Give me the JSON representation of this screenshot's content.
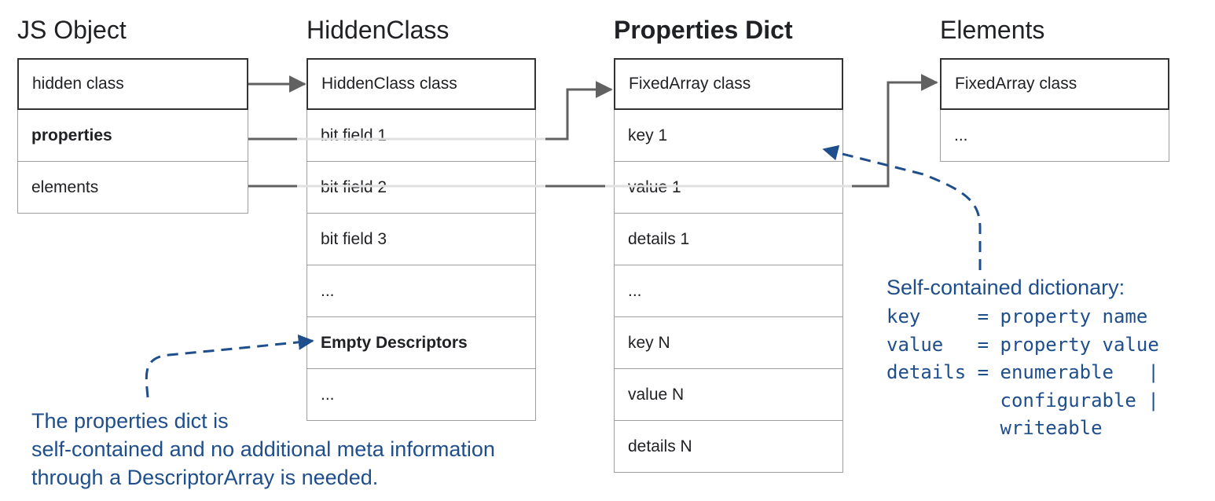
{
  "columns": {
    "js_object": {
      "title": "JS Object",
      "rows": [
        "hidden class",
        "properties",
        "elements"
      ]
    },
    "hidden_class": {
      "title": "HiddenClass",
      "rows": [
        "HiddenClass class",
        "bit field 1",
        "bit field 2",
        "bit field 3",
        "...",
        "Empty Descriptors",
        "..."
      ]
    },
    "properties_dict": {
      "title": "Properties Dict",
      "rows": [
        "FixedArray class",
        "key 1",
        "value 1",
        "details 1",
        "...",
        "key N",
        "value N",
        "details N"
      ]
    },
    "elements": {
      "title": "Elements",
      "rows": [
        "FixedArray class",
        "..."
      ]
    }
  },
  "notes": {
    "left": [
      "The properties dict is",
      "self-contained and no additional meta information",
      "through a DescriptorArray is needed."
    ],
    "right_title": "Self-contained dictionary:",
    "right_code": "key     = property name\nvalue   = property value\ndetails = enumerable   |\n          configurable |\n          writeable"
  },
  "colors": {
    "box_border": "#333333",
    "row_border": "#9e9e9e",
    "arrow": "#616161",
    "annotation": "#1f4e8c"
  }
}
